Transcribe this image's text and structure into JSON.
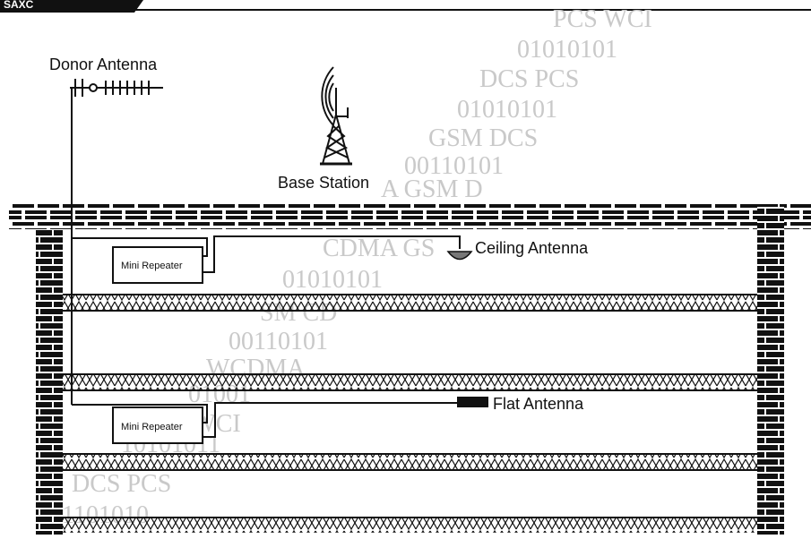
{
  "labels": {
    "donor_antenna": "Donor Antenna",
    "base_station": "Base Station",
    "ceiling_antenna": "Ceiling Antenna",
    "flat_antenna": "Flat Antenna",
    "mini_repeater_top": "Mini Repeater",
    "mini_repeater_bottom": "Mini Repeater"
  },
  "header_logo_text": "SAXC",
  "watermark": [
    "PCS WCI",
    "01010101",
    "DCS PCS",
    "01010101",
    "GSM DCS",
    "00110101",
    "A GSM D",
    "CDMA GS",
    "01010101",
    "SM CD",
    "00110101",
    "WCDMA",
    "01001",
    "PCS WCI",
    "10101011",
    "DCS PCS",
    "01101010"
  ],
  "colors": {
    "line": "#111111",
    "watermark": "#c9c9c9",
    "background": "#ffffff"
  }
}
